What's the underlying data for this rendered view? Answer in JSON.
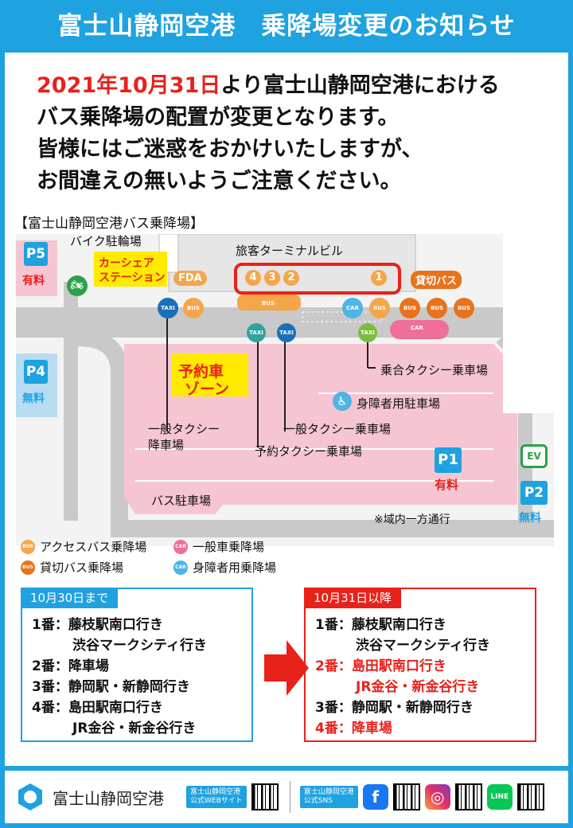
{
  "header": {
    "title": "富士山静岡空港　乗降場変更のお知らせ"
  },
  "intro": {
    "date": "2021年10月31日",
    "line1_rest": "より富士山静岡空港における",
    "line2": "バス乗降場の配置が変更となります。",
    "line3": "皆様にはご迷惑をおかけいたしますが、",
    "line4": "お間違えの無いようご注意ください。"
  },
  "map": {
    "caption": "【富士山静岡空港バス乗降場】",
    "labels": {
      "terminal": "旅客ターミナルビル",
      "bike": "バイク駐輪場",
      "carshare1": "カーシェア",
      "carshare2": "ステーション",
      "fda": "FDA",
      "charter": "貸切バス",
      "reserved1": "予約車",
      "reserved2": "ゾーン",
      "ride_taxi": "乗合タクシー乗車場",
      "disabled_parking": "身障者用駐車場",
      "taxi_drop1": "一般タクシー",
      "taxi_drop2": "降車場",
      "taxi_board": "一般タクシー乗車場",
      "reserved_taxi": "予約タクシー乗車場",
      "bus_parking": "バス駐車場",
      "oneway": "※域内一方通行",
      "p5": "P5",
      "p5_fee": "有料",
      "p4": "P4",
      "p4_fee": "無料",
      "p1": "P1",
      "p1_fee": "有料",
      "p2": "P2",
      "p2_fee": "無料",
      "ev": "EV"
    },
    "stops": [
      "4",
      "3",
      "2",
      "1"
    ],
    "badges": {
      "bus": "BUS",
      "taxi": "TAXI",
      "car": "CAR"
    },
    "colors": {
      "pink_zone": "#f6c5d2",
      "road": "#c9c9c9",
      "access_bus": "#f5a64a",
      "charter_bus": "#e8731c",
      "general_car": "#ef6f9a",
      "disabled_car": "#4fb4e6",
      "taxi_blue": "#1c6fb6",
      "taxi_teal": "#2ea3a0",
      "taxi_green": "#7cbd3d",
      "highlight": "#e8211b"
    }
  },
  "legend": {
    "access_bus": "アクセスバス乗降場",
    "charter_bus": "貸切バス乗降場",
    "general_car": "一般車乗降場",
    "disabled_car": "身障者用乗降場"
  },
  "before": {
    "heading": "10月30日まで",
    "lines": [
      {
        "text": "1番：藤枝駅南口行き",
        "red": false
      },
      {
        "text": "渋谷マークシティ行き",
        "red": false,
        "indent": true
      },
      {
        "text": "2番：降車場",
        "red": false
      },
      {
        "text": "3番：静岡駅・新静岡行き",
        "red": false
      },
      {
        "text": "4番：島田駅南口行き",
        "red": false
      },
      {
        "text": "JR金谷・新金谷行き",
        "red": false,
        "indent": true
      }
    ]
  },
  "after": {
    "heading": "10月31日以降",
    "lines": [
      {
        "text": "1番：藤枝駅南口行き",
        "red": false
      },
      {
        "text": "渋谷マークシティ行き",
        "red": false,
        "indent": true
      },
      {
        "text": "2番：島田駅南口行き",
        "red": true
      },
      {
        "text": "JR金谷・新金谷行き",
        "red": true,
        "indent": true
      },
      {
        "text": "3番：静岡駅・新静岡行き",
        "red": false
      },
      {
        "text": "4番：降車場",
        "red": true
      }
    ]
  },
  "footer": {
    "logo": "富士山静岡空港",
    "web_tag_1": "富士山静岡空港",
    "web_tag_2": "公式WEBサイト",
    "sns_tag_1": "富士山静岡空港",
    "sns_tag_2": "公式SNS",
    "sns_icons": [
      "facebook-icon",
      "instagram-icon",
      "line-icon"
    ],
    "line_text": "LINE"
  }
}
